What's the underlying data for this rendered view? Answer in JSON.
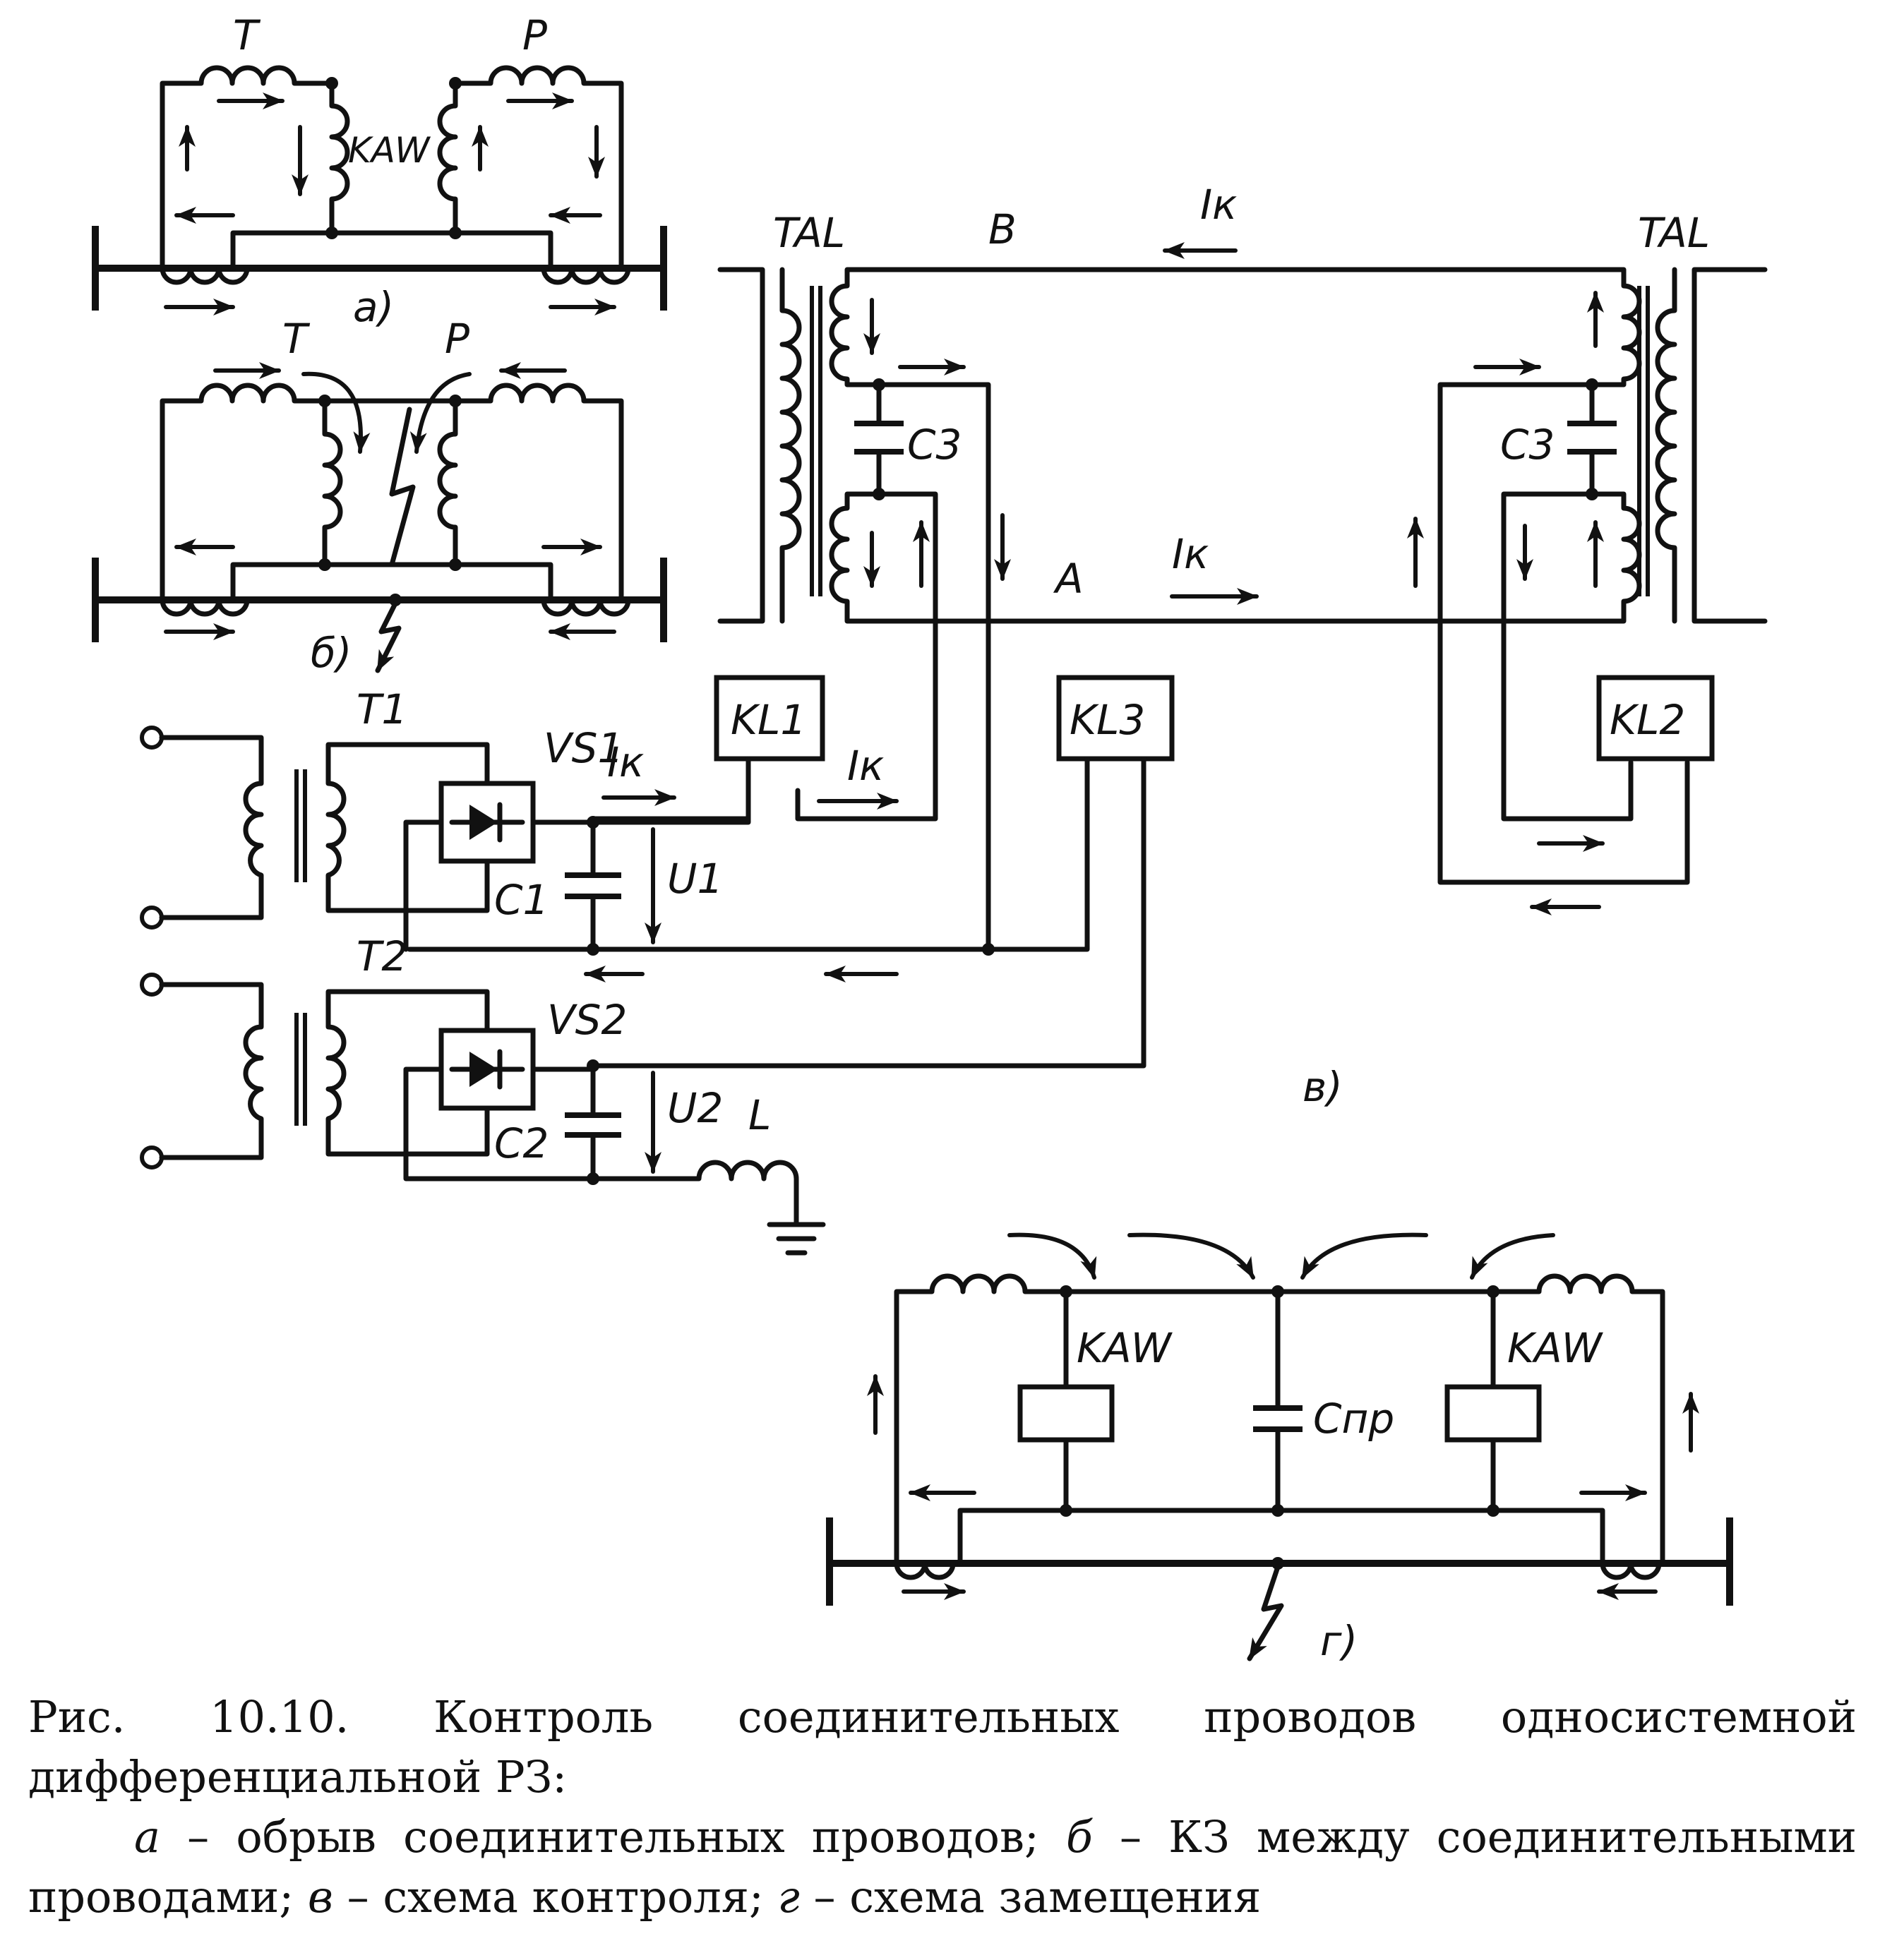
{
  "panel_labels": {
    "a": "а)",
    "b": "б)",
    "v": "в)",
    "g": "г)"
  },
  "labels": {
    "T": "T",
    "P": "P",
    "KAW": "KAW",
    "TAL": "TAL",
    "B": "B",
    "A": "A",
    "Ik": "Iк",
    "C3": "C3",
    "KL1": "KL1",
    "KL2": "KL2",
    "KL3": "KL3",
    "T1": "T1",
    "T2": "T2",
    "VS1": "VS1",
    "VS2": "VS2",
    "C1": "C1",
    "C2": "C2",
    "U1": "U1",
    "U2": "U2",
    "L": "L",
    "Cpr": "Cпр"
  },
  "caption": {
    "title": "Рис. 10.10. Контроль соединительных проводов односистемной дифференциальной РЗ:",
    "a_key": "а",
    "a_text": " – обрыв соединительных проводов; ",
    "b_key": "б",
    "b_text": " – КЗ между соединительными проводами; ",
    "v_key": "в",
    "v_text": " – схема контроля; ",
    "g_key": "г",
    "g_text": " – схема замещения"
  }
}
